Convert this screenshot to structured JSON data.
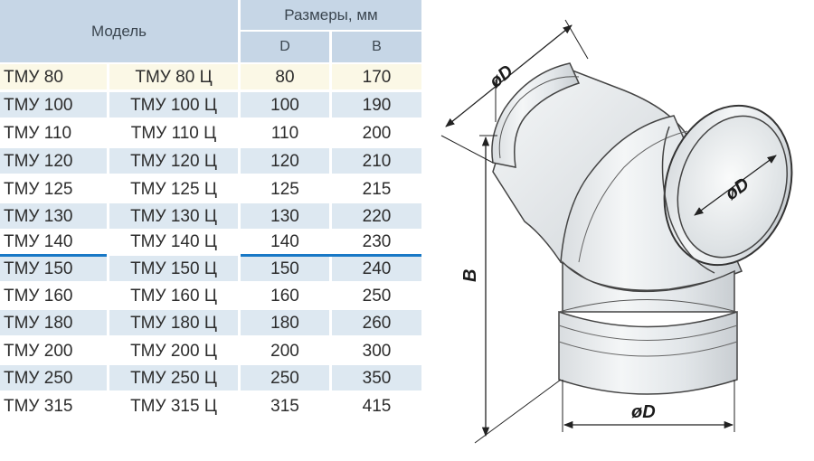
{
  "table": {
    "model_header": "Модель",
    "sizes_header": "Размеры, мм",
    "col_d": "D",
    "col_b": "B",
    "rows": [
      {
        "model": "ТМУ 80",
        "model_c": "ТМУ 80 Ц",
        "d": "80",
        "b": "170"
      },
      {
        "model": "ТМУ 100",
        "model_c": "ТМУ 100 Ц",
        "d": "100",
        "b": "190"
      },
      {
        "model": "ТМУ 110",
        "model_c": "ТМУ 110 Ц",
        "d": "110",
        "b": "200"
      },
      {
        "model": "ТМУ 120",
        "model_c": "ТМУ 120 Ц",
        "d": "120",
        "b": "210"
      },
      {
        "model": "ТМУ 125",
        "model_c": "ТМУ 125 Ц",
        "d": "125",
        "b": "215"
      },
      {
        "model": "ТМУ 130",
        "model_c": "ТМУ 130 Ц",
        "d": "130",
        "b": "220"
      },
      {
        "model": "ТМУ 140",
        "model_c": "ТМУ 140 Ц",
        "d": "140",
        "b": "230"
      },
      {
        "model": "ТМУ 150",
        "model_c": "ТМУ 150 Ц",
        "d": "150",
        "b": "240"
      },
      {
        "model": "ТМУ 160",
        "model_c": "ТМУ 160 Ц",
        "d": "160",
        "b": "250"
      },
      {
        "model": "ТМУ 180",
        "model_c": "ТМУ 180 Ц",
        "d": "180",
        "b": "260"
      },
      {
        "model": "ТМУ 200",
        "model_c": "ТМУ 200 Ц",
        "d": "200",
        "b": "300"
      },
      {
        "model": "ТМУ 250",
        "model_c": "ТМУ 250 Ц",
        "d": "250",
        "b": "350"
      },
      {
        "model": "ТМУ 315",
        "model_c": "ТМУ 315 Ц",
        "d": "315",
        "b": "415"
      }
    ]
  },
  "diagram": {
    "label_top": "øD",
    "label_opening": "øD",
    "label_bottom": "øD",
    "label_height": "B"
  }
}
